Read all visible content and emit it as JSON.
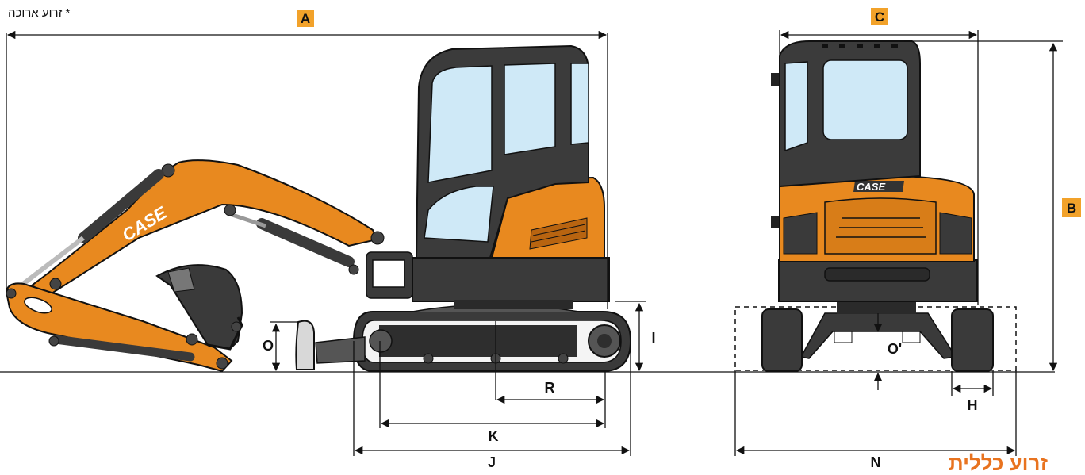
{
  "note": "* זרוע ארוכה",
  "brand_text": "זרוע כללית",
  "logo_text": "CASE",
  "dimensions": {
    "A": "A",
    "B": "B",
    "C": "C",
    "H": "H",
    "I": "I",
    "J": "J",
    "K": "K",
    "N": "N",
    "O": "O",
    "O2": "O'",
    "R": "R"
  },
  "colors": {
    "body_orange": "#e8891f",
    "cab_dark": "#3b3b3b",
    "glass": "#cfe9f7",
    "badge": "#f2a22a",
    "track": "#2a2a2a"
  }
}
